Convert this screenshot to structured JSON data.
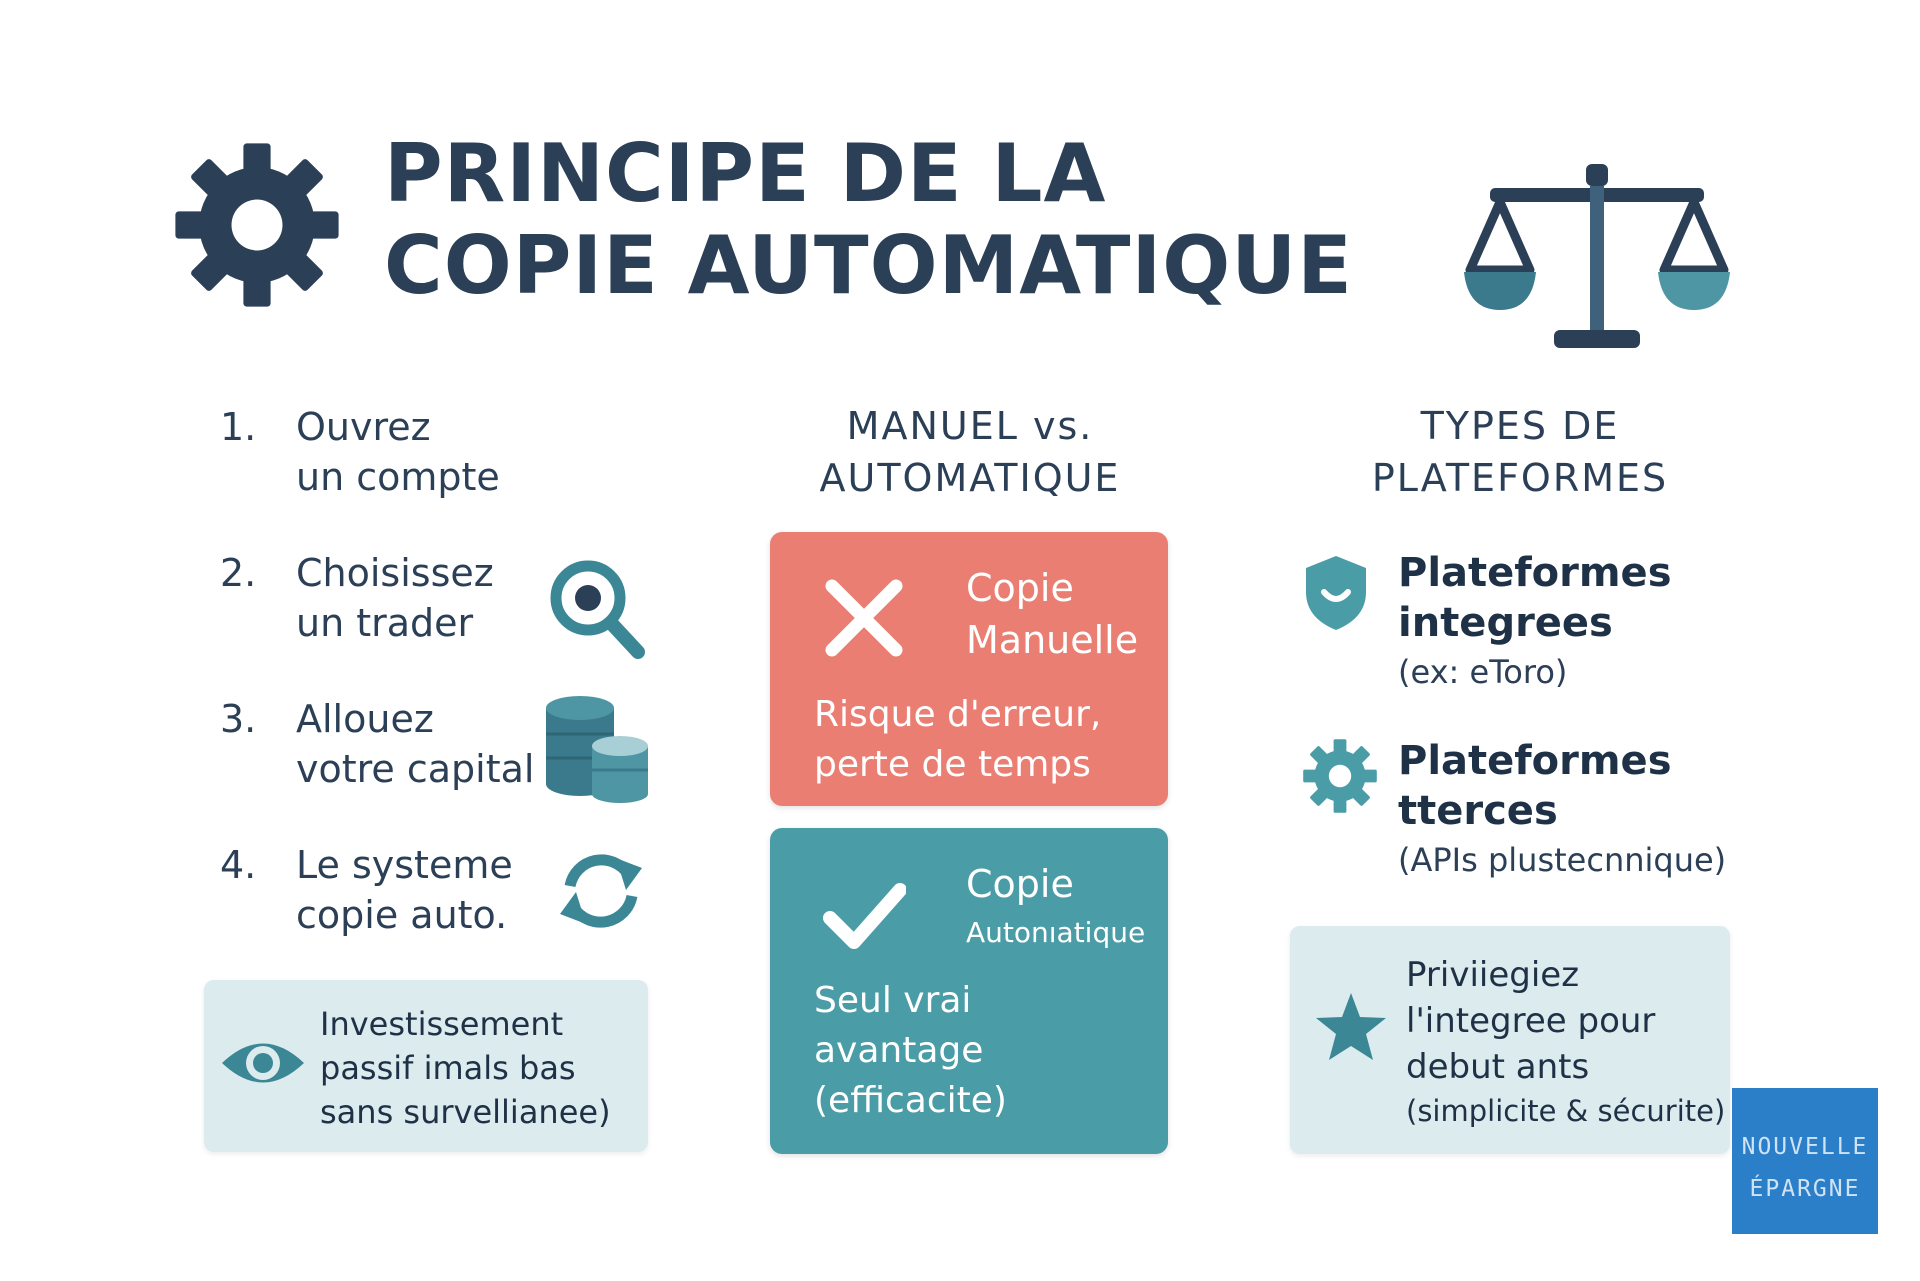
{
  "header": {
    "title_line1": "PRINCIPE DE LA",
    "title_line2": "COPIE AUTOMATIQUE",
    "gear_icon": "gear-icon",
    "scale_icon": "balance-scale-icon"
  },
  "steps": [
    {
      "number": "1.",
      "line1": "Ouvrez",
      "line2": "un compte",
      "icon": ""
    },
    {
      "number": "2.",
      "line1": "Choisissez",
      "line2": "un trader",
      "icon": "magnifier-icon"
    },
    {
      "number": "3.",
      "line1": "Allouez",
      "line2": "votre capital",
      "icon": "coins-icon"
    },
    {
      "number": "4.",
      "line1": "Le systeme",
      "line2": "copie auto.",
      "icon": "refresh-icon"
    }
  ],
  "passive_note": {
    "line1": "Investissement",
    "line2": "passif imals bas",
    "line3": "sans survellianee)",
    "icon": "eye-icon"
  },
  "comparison": {
    "heading_line1": "MANUEL vs.",
    "heading_line2": "AUTOMATIQUE",
    "manual": {
      "title_line1": "Copie",
      "title_line2": "Manuelle",
      "desc_line1": "Risque d'erreur,",
      "desc_line2": "perte de temps",
      "icon": "x-icon",
      "color": "#ea7e72"
    },
    "auto": {
      "title_line1": "Copie",
      "title_line2": "Autonıatique",
      "desc_line1": "Seul vrai",
      "desc_line2": "avantage",
      "desc_line3": "(efficacite)",
      "icon": "check-icon",
      "color": "#4a9da6"
    }
  },
  "platforms": {
    "heading_line1": "TYPES DE",
    "heading_line2": "PLATEFORMES",
    "items": [
      {
        "title_line1": "Plateformes",
        "title_line2": "integrees",
        "sub": "(ex: eToro)",
        "icon": "shield-icon"
      },
      {
        "title_line1": "Plateformes",
        "title_line2": "tterces",
        "sub": "(APIs plustecnnique)",
        "icon": "gear-icon"
      }
    ],
    "tip": {
      "line1": "Priviiegiez",
      "line2": "l'integree pour",
      "line3": "debut ants",
      "line4": "(simplicite & sécurite)",
      "icon": "star-icon"
    }
  },
  "brand": {
    "line1": "NOUVELLE",
    "line2": "ÉPARGNE",
    "color": "#2b7fc9"
  },
  "colors": {
    "navy": "#2b3f57",
    "teal": "#4a9da6",
    "coral": "#ea7e72",
    "note_bg": "#dcebee"
  }
}
